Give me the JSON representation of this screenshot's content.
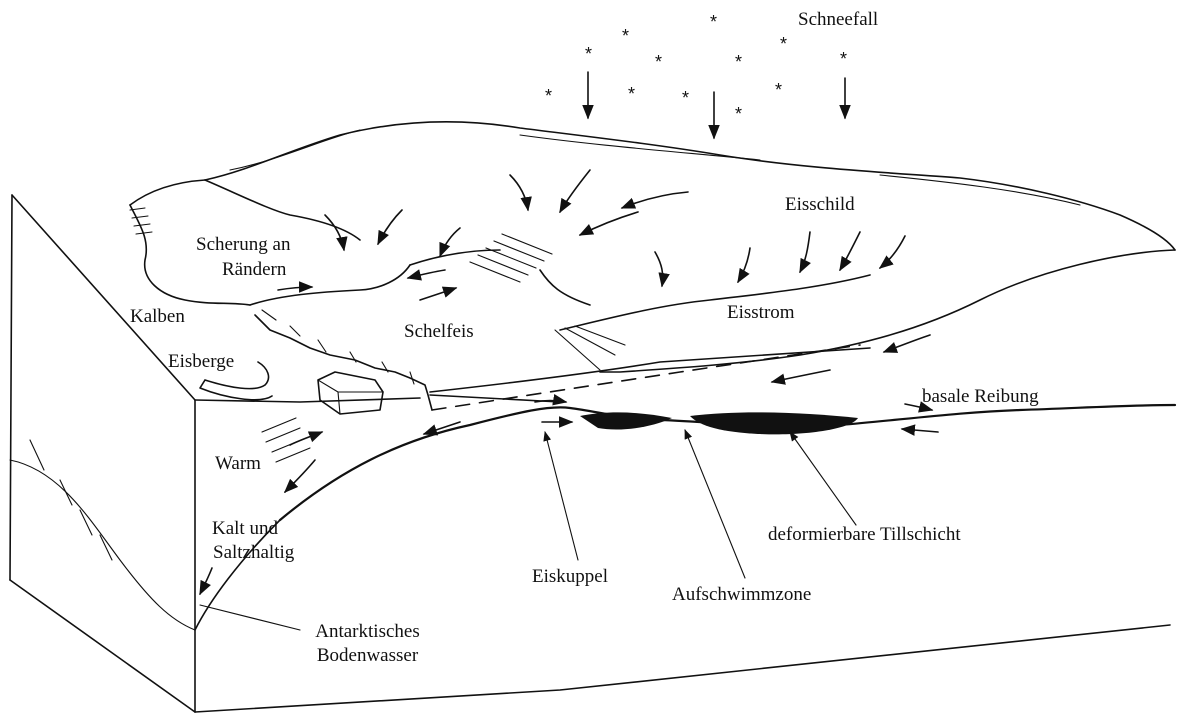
{
  "labels": {
    "schneefall": "Schneefall",
    "eisschild": "Eisschild",
    "scherung_line1": "Scherung an",
    "scherung_line2": "Rändern",
    "kalben": "Kalben",
    "schelfeis": "Schelfeis",
    "eisstrom": "Eisstrom",
    "eisberge": "Eisberge",
    "basale_reibung": "basale Reibung",
    "warm": "Warm",
    "kalt_line1": "Kalt und",
    "kalt_line2": "Saltzhaltig",
    "eiskuppel": "Eiskuppel",
    "aufschwimmzone": "Aufschwimmzone",
    "till": "deformierbare Tillschicht",
    "boden_line1": "Antarktisches",
    "boden_line2": "Bodenwasser"
  },
  "colors": {
    "ink": "#111111",
    "background": "#ffffff"
  }
}
